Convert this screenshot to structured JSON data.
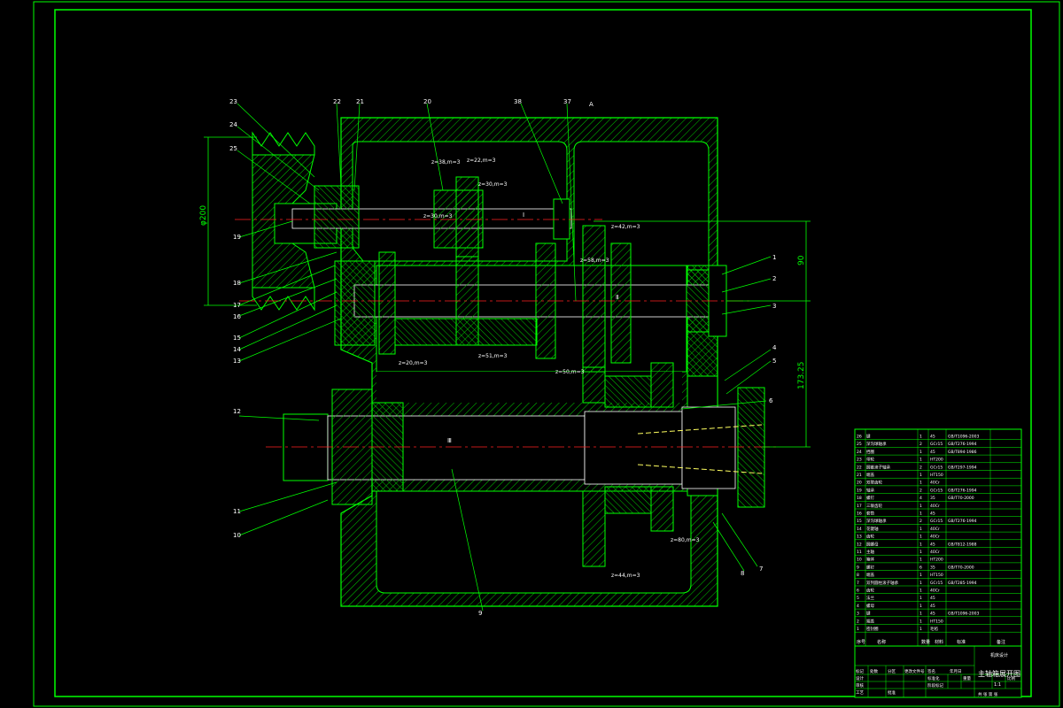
{
  "colors": {
    "background": "#000000",
    "frame": "#00ff00",
    "hatch": "#00cc00",
    "centerline": "#ff2020",
    "highlight": "#ffffff",
    "accent": "#ff00ff",
    "hidden": "#ffff60"
  },
  "dimensions": {
    "pulley_diameter": "φ200",
    "center_distance_1": "90",
    "center_distance_2": "173.25"
  },
  "gear_labels": [
    "z=38,m=3",
    "z=22,m=3",
    "z=30,m=3",
    "z=30,m=3",
    "z=42,m=3",
    "z=58,m=3",
    "z=20,m=3",
    "z=51,m=3",
    "z=50,m=3",
    "z=80,m=3",
    "z=44,m=3"
  ],
  "callouts": {
    "left": [
      "23",
      "24",
      "25",
      "19",
      "18",
      "17",
      "16",
      "15",
      "14",
      "13",
      "12",
      "11",
      "10"
    ],
    "top": [
      "22",
      "21",
      "20",
      "38",
      "37"
    ],
    "right": [
      "1",
      "2",
      "3",
      "4",
      "5",
      "6",
      "7",
      "8",
      "9"
    ]
  },
  "shaft_labels": [
    "Ⅰ",
    "Ⅱ",
    "Ⅲ"
  ],
  "section_mark": "A",
  "bom": {
    "rows": [
      [
        "26",
        "键",
        "1",
        "45",
        "GB/T1096-2003",
        ""
      ],
      [
        "25",
        "深沟球轴承",
        "2",
        "GCr15",
        "GB/T276-1994",
        ""
      ],
      [
        "24",
        "挡圈",
        "1",
        "45",
        "GB/T894-1986",
        ""
      ],
      [
        "23",
        "带轮",
        "1",
        "HT200",
        "",
        ""
      ],
      [
        "22",
        "圆锥滚子轴承",
        "2",
        "GCr15",
        "GB/T297-1994",
        ""
      ],
      [
        "21",
        "端盖",
        "1",
        "HT150",
        "",
        ""
      ],
      [
        "20",
        "双联齿轮",
        "1",
        "40Cr",
        "",
        ""
      ],
      [
        "19",
        "轴承",
        "2",
        "GCr15",
        "GB/T276-1994",
        ""
      ],
      [
        "18",
        "螺钉",
        "4",
        "35",
        "GB/T70-2000",
        ""
      ],
      [
        "17",
        "三联齿轮",
        "1",
        "40Cr",
        "",
        ""
      ],
      [
        "16",
        "套筒",
        "1",
        "45",
        "",
        ""
      ],
      [
        "15",
        "深沟球轴承",
        "2",
        "GCr15",
        "GB/T276-1994",
        ""
      ],
      [
        "14",
        "花键轴",
        "1",
        "40Cr",
        "",
        ""
      ],
      [
        "13",
        "齿轮",
        "1",
        "40Cr",
        "",
        ""
      ],
      [
        "12",
        "圆螺母",
        "1",
        "45",
        "GB/T812-1988",
        ""
      ],
      [
        "11",
        "主轴",
        "1",
        "40Cr",
        "",
        ""
      ],
      [
        "10",
        "箱体",
        "1",
        "HT200",
        "",
        ""
      ],
      [
        "9",
        "螺钉",
        "6",
        "35",
        "GB/T70-2000",
        ""
      ],
      [
        "8",
        "端盖",
        "1",
        "HT150",
        "",
        ""
      ],
      [
        "7",
        "双列圆柱滚子轴承",
        "1",
        "GCr15",
        "GB/T285-1994",
        ""
      ],
      [
        "6",
        "齿轮",
        "1",
        "40Cr",
        "",
        ""
      ],
      [
        "5",
        "法兰",
        "1",
        "45",
        "",
        ""
      ],
      [
        "4",
        "螺母",
        "1",
        "45",
        "",
        ""
      ],
      [
        "3",
        "键",
        "1",
        "45",
        "GB/T1096-2003",
        ""
      ],
      [
        "2",
        "端盖",
        "1",
        "HT150",
        "",
        ""
      ],
      [
        "1",
        "密封圈",
        "1",
        "毛毡",
        "",
        ""
      ]
    ],
    "header": [
      "序号",
      "名称",
      "数量",
      "材料",
      "标准",
      "备注"
    ]
  },
  "title_block": {
    "title": "主轴箱展开图",
    "left_cells": [
      "标记",
      "处数",
      "分区",
      "更改文件号",
      "签名",
      "年月日"
    ],
    "role_cells": [
      "设计",
      "审核",
      "工艺",
      "批准"
    ],
    "small_cells": [
      "标准化",
      "阶段标记",
      "重量",
      "比例"
    ],
    "scale_value": "1:1",
    "sheet": "共 张 第 张",
    "company": "机床设计"
  }
}
